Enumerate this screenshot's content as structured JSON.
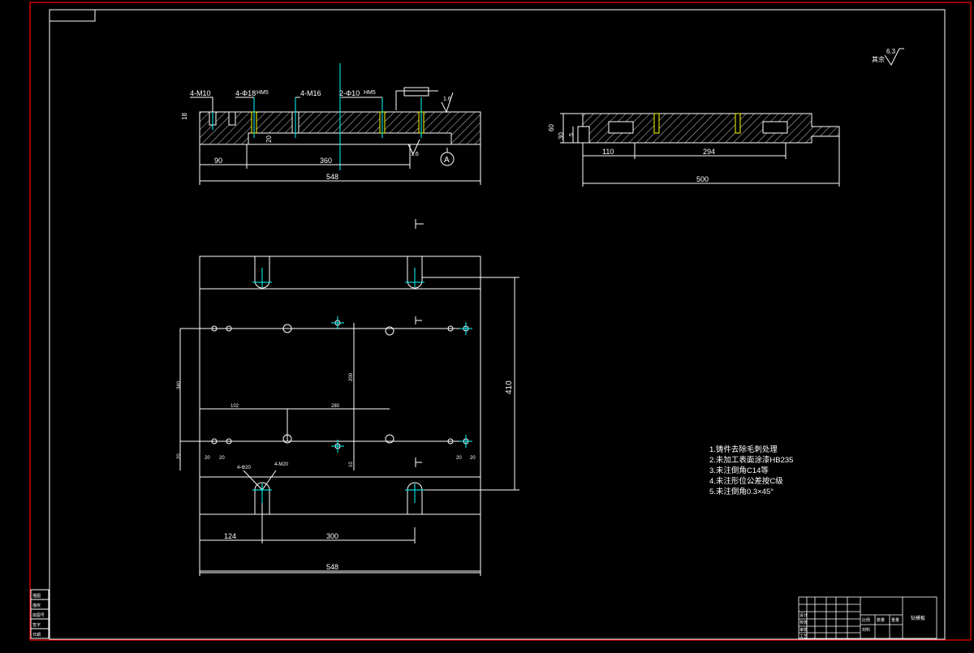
{
  "colors": {
    "background": "#000000",
    "border": "#ff0000",
    "lines": "#ffffff",
    "center": "#00ffff",
    "hatch": "#ffffff",
    "bore": "#ffff00"
  },
  "section_a": {
    "labels": {
      "holes_1": "4-M10",
      "holes_2": "4-Φ18",
      "holes_3": "4-M16",
      "holes_4": "2-Φ10",
      "tol_1": "HM5",
      "tol_2": "HM5",
      "h_left": "18",
      "h_mid": "20"
    },
    "dims": {
      "d1": "90",
      "d2": "360",
      "total": "548"
    },
    "view_label": "A",
    "roughness": "1.6",
    "roughness2": "1.6"
  },
  "section_b": {
    "dims": {
      "h1": "60",
      "h2": "30",
      "h3": "5",
      "d1": "110",
      "d2": "294",
      "total": "500"
    }
  },
  "plan": {
    "dims": {
      "height": "410",
      "d_bottom1": "124",
      "d_bottom2": "300",
      "total": "548",
      "c_left": "102",
      "c_mid": "280",
      "s1": "20",
      "s2": "20",
      "s3": "20",
      "s4": "20",
      "vert_left": "340",
      "vert_mid": "200",
      "side_left": "20",
      "mid_small": "10"
    },
    "hole_labels": {
      "a": "4-Φ20",
      "b": "4-M20"
    }
  },
  "surface_finish": {
    "value": "6.3",
    "text": "其余"
  },
  "notes": [
    "1.铸件去除毛刺处理",
    "2.未加工表面涂漆HB235",
    "3.未注倒角C14等",
    "4.未注形位公差按C级",
    "5.未注倒角0.3×45°"
  ],
  "title_block": {
    "part_name": "钻模板",
    "cells": [
      "设计",
      "校核",
      "审核",
      "工艺",
      "比例",
      "数量",
      "重量",
      "材料"
    ]
  },
  "side_block": [
    "描图",
    "描校",
    "底图号",
    "签字",
    "日期"
  ]
}
